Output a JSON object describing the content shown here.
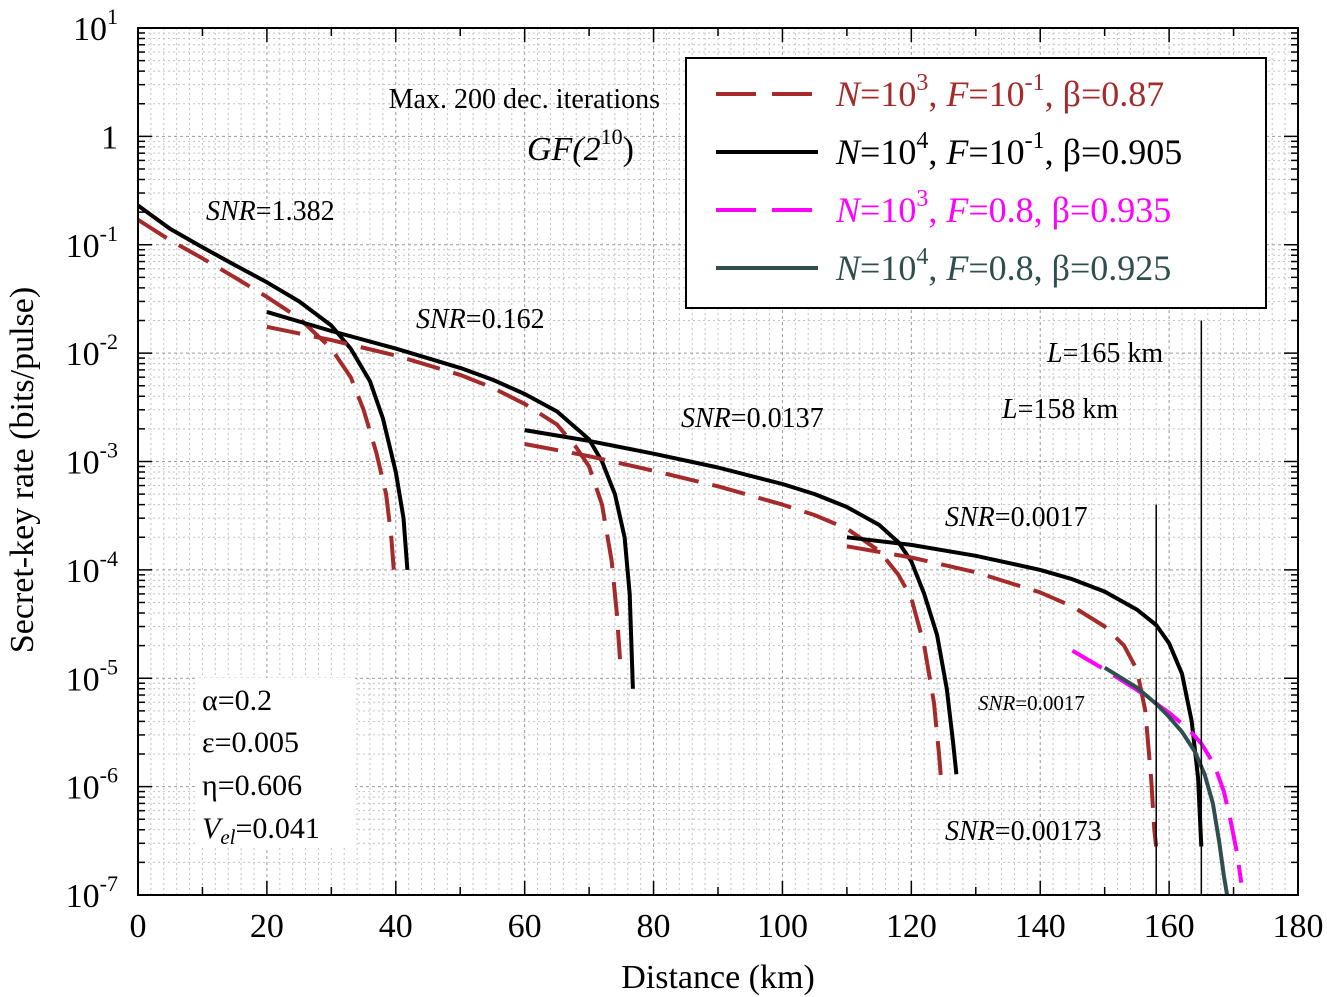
{
  "chart_data": {
    "type": "line",
    "xlabel": "Distance (km)",
    "ylabel": "Secret-key rate (bits/pulse)",
    "xlim": [
      0,
      180
    ],
    "ylim_log10": [
      -7,
      1
    ],
    "y_scale": "log",
    "grid": true,
    "legend_position": "top-right",
    "x_ticks": [
      0,
      20,
      40,
      60,
      80,
      100,
      120,
      140,
      160,
      180
    ],
    "y_ticks": [
      {
        "base": "10",
        "exp": "1"
      },
      {
        "base": "1",
        "exp": ""
      },
      {
        "base": "10",
        "exp": "-1"
      },
      {
        "base": "10",
        "exp": "-2"
      },
      {
        "base": "10",
        "exp": "-3"
      },
      {
        "base": "10",
        "exp": "-4"
      },
      {
        "base": "10",
        "exp": "-5"
      },
      {
        "base": "10",
        "exp": "-6"
      },
      {
        "base": "10",
        "exp": "-7"
      }
    ],
    "legend": [
      {
        "color": "#a52a2a",
        "dash": "dashed",
        "N_exp": "3",
        "F_text": "10",
        "F_exp": "-1",
        "beta": "0.87"
      },
      {
        "color": "#000000",
        "dash": "solid",
        "N_exp": "4",
        "F_text": "10",
        "F_exp": "-1",
        "beta": "0.905"
      },
      {
        "color": "#ff00ff",
        "dash": "dashed",
        "N_exp": "3",
        "F_text": "0.8",
        "F_exp": "",
        "beta": "0.935"
      },
      {
        "color": "#2f4f4f",
        "dash": "solid",
        "N_exp": "4",
        "F_text": "0.8",
        "F_exp": "",
        "beta": "0.925"
      }
    ],
    "series": [
      {
        "color": "#a52a2a",
        "dash": "dashed",
        "points": [
          [
            0,
            0.17
          ],
          [
            5,
            0.11
          ],
          [
            10,
            0.075
          ],
          [
            15,
            0.05
          ],
          [
            20,
            0.033
          ],
          [
            25,
            0.021
          ],
          [
            30,
            0.011
          ],
          [
            33,
            0.006
          ],
          [
            35,
            0.003
          ],
          [
            37,
            0.0012
          ],
          [
            38.5,
            0.0005
          ],
          [
            39.3,
            0.0002
          ],
          [
            39.7,
            0.0001
          ]
        ]
      },
      {
        "color": "#000000",
        "dash": "solid",
        "points": [
          [
            0,
            0.23
          ],
          [
            5,
            0.14
          ],
          [
            10,
            0.095
          ],
          [
            15,
            0.065
          ],
          [
            20,
            0.045
          ],
          [
            25,
            0.03
          ],
          [
            30,
            0.018
          ],
          [
            33,
            0.011
          ],
          [
            36,
            0.0055
          ],
          [
            38,
            0.0025
          ],
          [
            40,
            0.0008
          ],
          [
            41.2,
            0.0003
          ],
          [
            41.8,
            0.0001
          ]
        ]
      },
      {
        "color": "#a52a2a",
        "dash": "dashed",
        "points": [
          [
            20,
            0.0175
          ],
          [
            30,
            0.0132
          ],
          [
            40,
            0.0095
          ],
          [
            50,
            0.0063
          ],
          [
            55,
            0.0048
          ],
          [
            60,
            0.0034
          ],
          [
            65,
            0.0022
          ],
          [
            68,
            0.00135
          ],
          [
            70,
            0.0009
          ],
          [
            72,
            0.0004
          ],
          [
            73.5,
            0.00012
          ],
          [
            74.3,
            4e-05
          ],
          [
            74.8,
            1.5e-05
          ]
        ]
      },
      {
        "color": "#000000",
        "dash": "solid",
        "points": [
          [
            20,
            0.024
          ],
          [
            30,
            0.016
          ],
          [
            40,
            0.011
          ],
          [
            50,
            0.0073
          ],
          [
            55,
            0.0057
          ],
          [
            60,
            0.0042
          ],
          [
            65,
            0.0029
          ],
          [
            70,
            0.0016
          ],
          [
            72,
            0.001
          ],
          [
            74,
            0.0005
          ],
          [
            75.5,
            0.0002
          ],
          [
            76.3,
            6e-05
          ],
          [
            76.8,
            8e-06
          ]
        ]
      },
      {
        "color": "#a52a2a",
        "dash": "dashed",
        "points": [
          [
            60,
            0.00145
          ],
          [
            70,
            0.00112
          ],
          [
            80,
            0.00082
          ],
          [
            90,
            0.00059
          ],
          [
            100,
            0.0004
          ],
          [
            105,
            0.00032
          ],
          [
            110,
            0.00024
          ],
          [
            115,
            0.00015
          ],
          [
            118,
            9e-05
          ],
          [
            120,
            5.5e-05
          ],
          [
            122,
            2e-05
          ],
          [
            123.5,
            6e-06
          ],
          [
            124.3,
            2e-06
          ],
          [
            124.6,
            1.2e-06
          ]
        ]
      },
      {
        "color": "#000000",
        "dash": "solid",
        "points": [
          [
            60,
            0.00195
          ],
          [
            70,
            0.00155
          ],
          [
            80,
            0.00118
          ],
          [
            90,
            0.00088
          ],
          [
            100,
            0.00062
          ],
          [
            105,
            0.0005
          ],
          [
            110,
            0.00038
          ],
          [
            115,
            0.00026
          ],
          [
            118,
            0.00018
          ],
          [
            120,
            0.00012
          ],
          [
            122,
            6e-05
          ],
          [
            124,
            2.5e-05
          ],
          [
            125.5,
            8e-06
          ],
          [
            126.5,
            2.5e-06
          ],
          [
            127,
            1.3e-06
          ]
        ]
      },
      {
        "color": "#a52a2a",
        "dash": "dashed",
        "points": [
          [
            110,
            0.000165
          ],
          [
            120,
            0.00013
          ],
          [
            130,
            9.5e-05
          ],
          [
            140,
            6.2e-05
          ],
          [
            145,
            4.6e-05
          ],
          [
            150,
            3e-05
          ],
          [
            153,
            2e-05
          ],
          [
            155,
            1.2e-05
          ],
          [
            156.3,
            5e-06
          ],
          [
            157.2,
            1.2e-06
          ],
          [
            157.7,
            4e-07
          ],
          [
            158,
            2.8e-07
          ]
        ]
      },
      {
        "color": "#000000",
        "dash": "solid",
        "points": [
          [
            110,
            0.0002
          ],
          [
            120,
            0.00017
          ],
          [
            130,
            0.000135
          ],
          [
            140,
            0.0001
          ],
          [
            145,
            8.2e-05
          ],
          [
            150,
            6.3e-05
          ],
          [
            155,
            4.3e-05
          ],
          [
            158,
            3.1e-05
          ],
          [
            160,
            2.1e-05
          ],
          [
            162,
            1.1e-05
          ],
          [
            163.5,
            4e-06
          ],
          [
            164.5,
            1.2e-06
          ],
          [
            165,
            2.8e-07
          ]
        ]
      },
      {
        "color": "#ff00ff",
        "dash": "dashed",
        "points": [
          [
            145,
            1.8e-05
          ],
          [
            150,
            1.2e-05
          ],
          [
            155,
            7.8e-06
          ],
          [
            160,
            4.8e-06
          ],
          [
            163,
            3.4e-06
          ],
          [
            165,
            2.5e-06
          ],
          [
            167,
            1.6e-06
          ],
          [
            168.5,
            9e-07
          ],
          [
            169.5,
            5e-07
          ],
          [
            170.5,
            2.5e-07
          ],
          [
            171.2,
            1.3e-07
          ]
        ]
      },
      {
        "color": "#2f4f4f",
        "dash": "solid",
        "points": [
          [
            150,
            1.25e-05
          ],
          [
            155,
            8.2e-06
          ],
          [
            158,
            5.8e-06
          ],
          [
            160,
            4.4e-06
          ],
          [
            162,
            3.2e-06
          ],
          [
            164,
            2.1e-06
          ],
          [
            165.5,
            1.3e-06
          ],
          [
            166.8,
            7e-07
          ],
          [
            167.8,
            3e-07
          ],
          [
            168.5,
            1.5e-07
          ],
          [
            169,
            1e-07
          ]
        ]
      }
    ],
    "vertical_lines": [
      {
        "x": 158,
        "y_top": 0.0004,
        "label": "158 km"
      },
      {
        "x": 165,
        "y_top": 0.02,
        "label": "165 km"
      }
    ]
  },
  "annotations": {
    "max_iter": "Max. 200 dec. iterations",
    "gf": "GF(2",
    "gf_exp": "10",
    "snr1": "=1.382",
    "snr2": "=0.162",
    "snr3": "=0.0137",
    "snr4": "=0.0017",
    "snr5": "=0.0017",
    "snr6": "=0.00173",
    "snr_label": "SNR",
    "L_label": "L",
    "params": [
      "α=0.2",
      "ε=0.005",
      "η=0.606"
    ],
    "vel_sub": "el",
    "vel_value": "=0.041",
    "vel_letter": "V"
  }
}
